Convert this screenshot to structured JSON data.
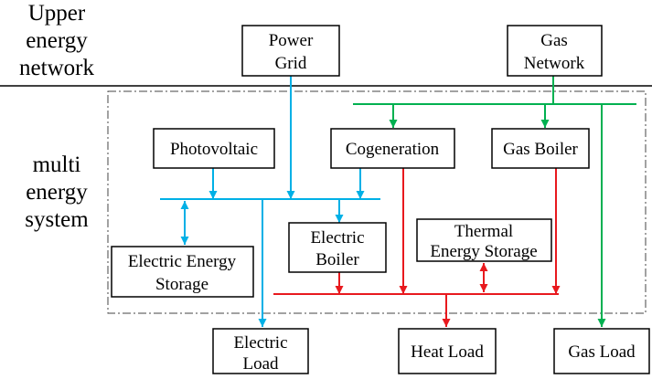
{
  "side_labels": {
    "upper": [
      "Upper",
      "energy",
      "network"
    ],
    "mes": [
      "multi",
      "energy",
      "system"
    ]
  },
  "boxes": {
    "power_grid": [
      "Power",
      "Grid"
    ],
    "gas_network": [
      "Gas",
      "Network"
    ],
    "photovoltaic": [
      "Photovoltaic"
    ],
    "cogeneration": [
      "Cogeneration"
    ],
    "gas_boiler": [
      "Gas Boiler"
    ],
    "electric_boiler": [
      "Electric",
      "Boiler"
    ],
    "thermal_storage": [
      "Thermal",
      "Energy Storage"
    ],
    "electric_storage": [
      "Electric Energy",
      "Storage"
    ],
    "electric_load": [
      "Electric",
      "Load"
    ],
    "heat_load": [
      "Heat Load"
    ],
    "gas_load": [
      "Gas Load"
    ]
  },
  "colors": {
    "electric": "#00b0e6",
    "heat": "#e8191e",
    "gas": "#00b050",
    "frame": "#000000"
  }
}
